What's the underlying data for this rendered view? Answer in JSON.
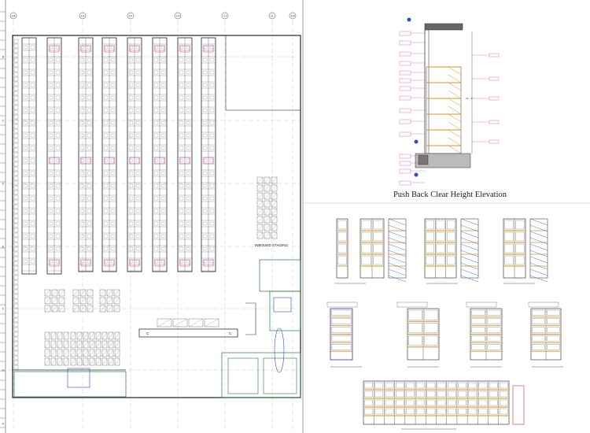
{
  "drawing": {
    "column_labels": [
      "1B",
      "1D",
      "1F",
      "1H",
      "1J",
      "1L",
      "1M"
    ],
    "row_labels": [
      "B",
      "C",
      "D",
      "E",
      "F",
      "G",
      "H"
    ],
    "elevation_title": "Push Back Clear Height Elevation",
    "inbound_staging_label": "INBOUND STAGING",
    "elevation_dimension": "21' - 6\"",
    "colors": {
      "line": "#333333",
      "magenta": "#d6339b",
      "green": "#1e7d3a",
      "blue": "#2f4bd1",
      "orange": "#d9951e",
      "red": "#d12f2f",
      "purple": "#7b2fd1"
    }
  }
}
